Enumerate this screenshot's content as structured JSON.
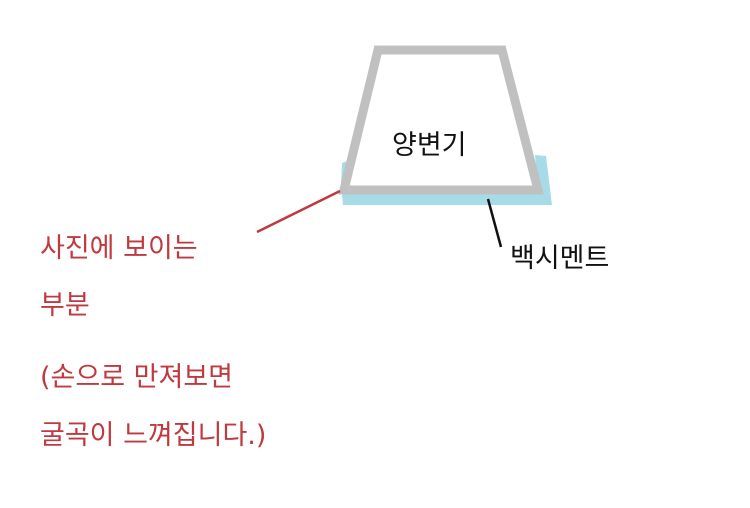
{
  "diagram": {
    "urinal_label": "양변기",
    "cement_label": "백시멘트",
    "visible_part_label": {
      "line1": "사진에 보이는",
      "line2": "부분"
    },
    "note": {
      "line1": "(손으로 만져보면",
      "line2": "굴곡이 느껴집니다.)"
    },
    "colors": {
      "fixture_outline": "#c0c0c0",
      "cement": "#a8dbe8",
      "annotation_red": "#c0393f",
      "leader_black": "#111111"
    }
  }
}
